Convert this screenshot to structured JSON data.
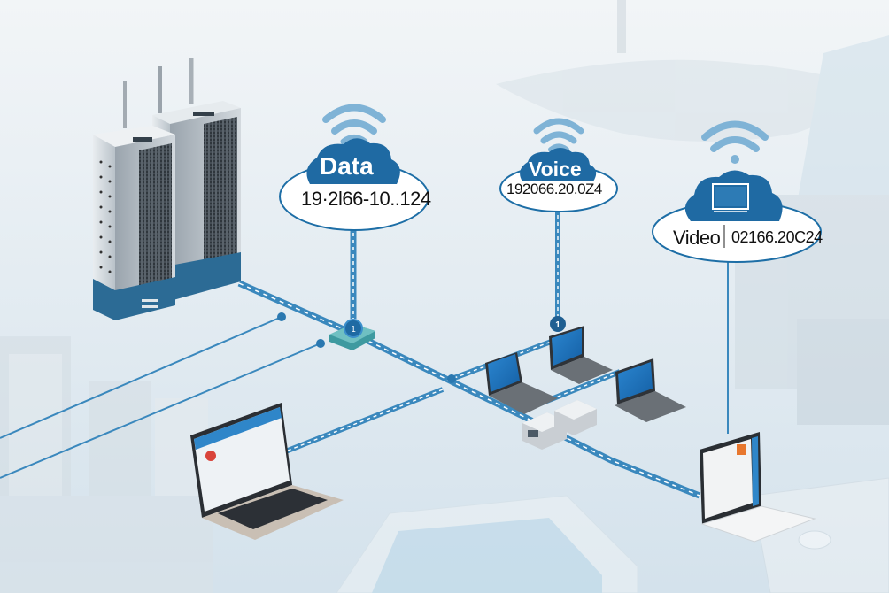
{
  "diagram": {
    "type": "network-illustration",
    "nodes": {
      "data": {
        "title": "Data",
        "address": "19·2l66-10..124",
        "icon": "wifi-icon"
      },
      "voice": {
        "title": "Voice",
        "address": "192066.20.0Z4",
        "icon": "wifi-icon"
      },
      "video": {
        "title": "Video",
        "address": "02166.20C24",
        "icon": "monitor-icon"
      }
    },
    "switch_badge": "1",
    "hub_badge": "1"
  },
  "colors": {
    "accent": "#1d6ea6",
    "cloud": "#1f6aa3",
    "wifi": "#7fb3d6",
    "line": "#3a88bd",
    "switch": "#5fb5b8",
    "server_base": "#2c6b95",
    "screen": "#1f78c8"
  }
}
